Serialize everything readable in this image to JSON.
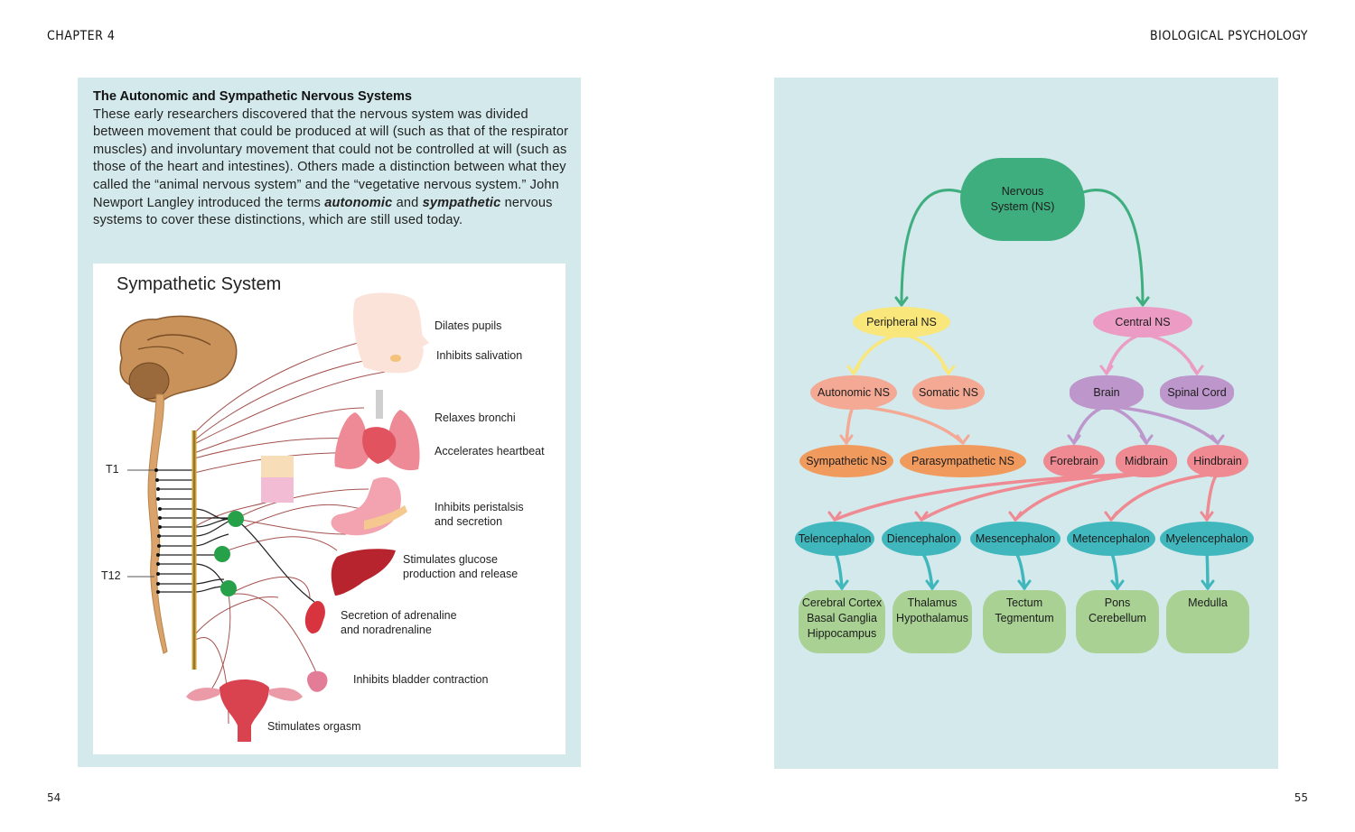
{
  "header": {
    "left": "Chapter 4",
    "right": "Biological Psychology"
  },
  "footer": {
    "left_page": "54",
    "right_page": "55"
  },
  "left_page": {
    "heading": "The Autonomic and Sympathetic Nervous Systems",
    "body_parts": [
      "These early researchers discovered that the nervous system was divided between movement that could be produced at will (such as that of the respirator muscles) and involuntary movement that could not be controlled at will (such as those of the heart and intestines). Others made a distinction between what they called the “animal nervous system” and the “vegetative nervous system.” John Newport Langley introduced the terms ",
      "autonomic",
      " and ",
      "sympathetic",
      " nervous systems to cover these distinctions, which are still used today."
    ],
    "figure": {
      "title": "Sympathetic System",
      "spine_labels": [
        "T1",
        "T12"
      ],
      "effects": [
        "Dilates pupils",
        "Inhibits salivation",
        "Relaxes bronchi",
        "Accelerates heartbeat",
        "Inhibits peristalsis\nand secretion",
        "Stimulates glucose\nproduction and release",
        "Secretion of adrenaline\nand noradrenaline",
        "Inhibits bladder contraction",
        "Stimulates orgasm"
      ]
    }
  },
  "right_page": {
    "diagram": {
      "colors": {
        "root": "#3fae7f",
        "peripheral": "#f9e77b",
        "central": "#ec9cc4",
        "pns_children": "#f3a994",
        "cns_children": "#bd96cb",
        "autonomic_children": "#f19a5e",
        "brain_children": "#ef8a93",
        "subdivisions": "#3fb7bd",
        "structures": "#a8d193",
        "arrow_root": "#3fae7f",
        "arrow_peripheral": "#f9e77b",
        "arrow_central": "#ec9cc4",
        "arrow_autonomic": "#f3a994",
        "arrow_brain": "#bd96cb",
        "arrow_brain_parts": "#ef8a93",
        "arrow_subdivisions": "#3fb7bd"
      },
      "nodes": {
        "root": "Nervous\nSystem (NS)",
        "peripheral": "Peripheral NS",
        "central": "Central NS",
        "autonomic": "Autonomic NS",
        "somatic": "Somatic NS",
        "brain": "Brain",
        "spinal_cord": "Spinal Cord",
        "sympathetic": "Sympathetic NS",
        "parasympathetic": "Parasympathetic NS",
        "forebrain": "Forebrain",
        "midbrain": "Midbrain",
        "hindbrain": "Hindbrain",
        "telencephalon": "Telencephalon",
        "diencephalon": "Diencephalon",
        "mesencephalon": "Mesencephalon",
        "metencephalon": "Metencephalon",
        "myelencephalon": "Myelencephalon",
        "telencephalon_structures": "Cerebral Cortex\nBasal Ganglia\nHippocampus",
        "diencephalon_structures": "Thalamus\nHypothalamus",
        "mesencephalon_structures": "Tectum\nTegmentum",
        "metencephalon_structures": "Pons\nCerebellum",
        "myelencephalon_structures": "Medulla"
      },
      "edges": [
        [
          "root",
          "peripheral"
        ],
        [
          "root",
          "central"
        ],
        [
          "peripheral",
          "autonomic"
        ],
        [
          "peripheral",
          "somatic"
        ],
        [
          "central",
          "brain"
        ],
        [
          "central",
          "spinal_cord"
        ],
        [
          "autonomic",
          "sympathetic"
        ],
        [
          "autonomic",
          "parasympathetic"
        ],
        [
          "brain",
          "forebrain"
        ],
        [
          "brain",
          "midbrain"
        ],
        [
          "brain",
          "hindbrain"
        ],
        [
          "midbrain",
          "telencephalon"
        ],
        [
          "midbrain",
          "diencephalon"
        ],
        [
          "midbrain",
          "mesencephalon"
        ],
        [
          "hindbrain",
          "metencephalon"
        ],
        [
          "hindbrain",
          "myelencephalon"
        ],
        [
          "telencephalon",
          "telencephalon_structures"
        ],
        [
          "diencephalon",
          "diencephalon_structures"
        ],
        [
          "mesencephalon",
          "mesencephalon_structures"
        ],
        [
          "metencephalon",
          "metencephalon_structures"
        ],
        [
          "myelencephalon",
          "myelencephalon_structures"
        ]
      ]
    }
  }
}
